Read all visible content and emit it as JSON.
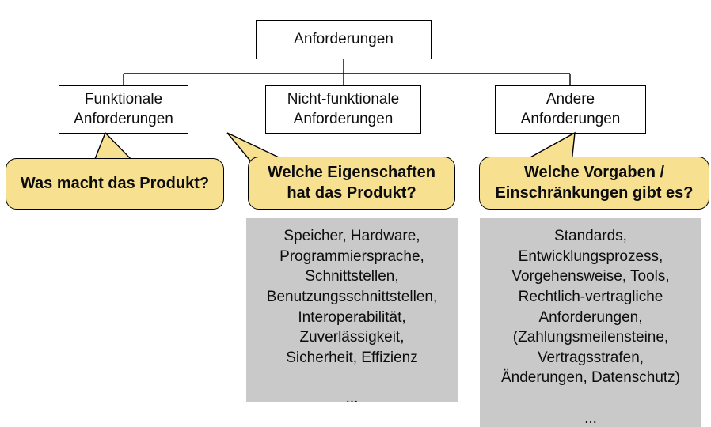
{
  "diagram": {
    "title_text": "Anforderungen",
    "root": {
      "label": "Anforderungen"
    },
    "children": [
      {
        "label": "Funktionale\nAnforderungen"
      },
      {
        "label": "Nicht-funktionale\nAnforderungen"
      },
      {
        "label": "Andere\nAnforderungen"
      }
    ],
    "callouts": [
      {
        "label": "Was macht das Produkt?"
      },
      {
        "label": "Welche Eigenschaften\nhat das Produkt?"
      },
      {
        "label": "Welche Vorgaben /\nEinschränkungen gibt es?"
      }
    ],
    "panels": [
      {
        "label": "Speicher, Hardware,\nProgrammiersprache,\nSchnittstellen,\nBenutzungsschnittstellen,\nInteroperabilität,\nZuverlässigkeit,\nSicherheit, Effizienz\n\n..."
      },
      {
        "label": "Standards,\nEntwicklungsprozess,\nVorgehensweise, Tools,\nRechtlich-vertragliche\nAnforderungen,\n(Zahlungsmeilensteine,\nVertragsstrafen,\nÄnderungen, Datenschutz)\n\n..."
      }
    ],
    "colors": {
      "callout_fill": "#F7E08F",
      "panel_fill": "#C9C9C9",
      "node_fill": "#FFFFFF",
      "line": "#000000",
      "text": "#0D0D0D"
    }
  }
}
